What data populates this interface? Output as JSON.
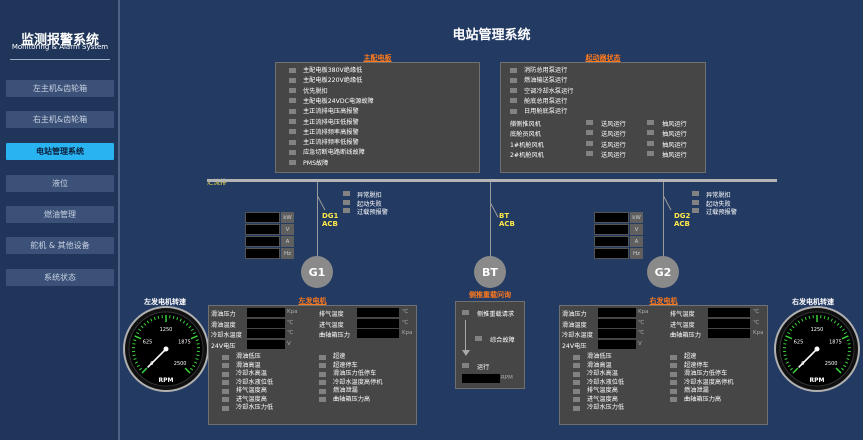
{
  "app": {
    "title": "监测报警系统",
    "subtitle": "Monitoring & Alarm System"
  },
  "nav": [
    {
      "label": "左主机&齿轮箱",
      "active": false
    },
    {
      "label": "右主机&齿轮箱",
      "active": false
    },
    {
      "label": "电站管理系统",
      "active": true
    },
    {
      "label": "液位",
      "active": false
    },
    {
      "label": "燃油管理",
      "active": false
    },
    {
      "label": "舵机 & 其他设备",
      "active": false
    },
    {
      "label": "系统状态",
      "active": false
    }
  ],
  "page_title": "电站管理系统",
  "main_board": {
    "title": "主配电板",
    "items": [
      "主配电板380V绝缘低",
      "主配电板220V绝缘低",
      "优先脱扣",
      "主配电板24VDC电源故障",
      "主正流排电压高报警",
      "主正流排电压低报警",
      "主正流排频率高报警",
      "主正流排频率低报警",
      "应急切断电路断线故障",
      "PMS故障"
    ]
  },
  "starter": {
    "title": "起动器状态",
    "items": [
      "消防总用泵运行",
      "燃油输送泵运行",
      "空调冷却水泵运行",
      "舱底总用泵运行",
      "日用舱底泵运行"
    ],
    "fans": [
      {
        "name": "艏侧推风机",
        "a": "送风运行",
        "b": "抽风运行"
      },
      {
        "name": "底舱员风机",
        "a": "送风运行",
        "b": "抽风运行"
      },
      {
        "name": "1#机舱风机",
        "a": "送风运行",
        "b": "抽风运行"
      },
      {
        "name": "2#机舱风机",
        "a": "送风运行",
        "b": "抽风运行"
      }
    ]
  },
  "busbar_label": "汇流排",
  "breaker_alarms": [
    "异常脱扣",
    "起动失败",
    "过载预报警"
  ],
  "acb": {
    "dg1": [
      "DG1",
      "ACB"
    ],
    "bt": [
      "BT",
      "ACB"
    ],
    "dg2": [
      "DG2",
      "ACB"
    ]
  },
  "meter_units": [
    "kW",
    "V",
    "A",
    "Hz"
  ],
  "symbols": {
    "g1": "G1",
    "bt": "BT",
    "g2": "G2"
  },
  "left_gen": {
    "title": "左发电机",
    "rpm_title": "左发电机转速",
    "analog_left": [
      {
        "label": "滑油压力",
        "unit": "Kpa"
      },
      {
        "label": "滑油温度",
        "unit": "℃"
      },
      {
        "label": "冷却水温度",
        "unit": "℃"
      },
      {
        "label": "24V电压",
        "unit": "V"
      }
    ],
    "analog_right": [
      {
        "label": "排气温度",
        "unit": "℃"
      },
      {
        "label": "进气温度",
        "unit": "℃"
      },
      {
        "label": "曲轴箱压力",
        "unit": "Kpa"
      }
    ],
    "alarms_left": [
      "滑油低压",
      "滑油高温",
      "冷却水高温",
      "冷却水液位低",
      "排气温度高",
      "进气温度高",
      "冷却水压力低"
    ],
    "alarms_right": [
      "超速",
      "超速停车",
      "滑油压力低停车",
      "冷却水温度高停机",
      "燃油泄漏",
      "曲轴箱压力高"
    ]
  },
  "right_gen": {
    "title": "右发电机",
    "rpm_title": "右发电机转速",
    "analog_left": [
      {
        "label": "滑油压力",
        "unit": "Kpa"
      },
      {
        "label": "滑油温度",
        "unit": "℃"
      },
      {
        "label": "冷却水温度",
        "unit": "℃"
      },
      {
        "label": "24V电压",
        "unit": "V"
      }
    ],
    "analog_right": [
      {
        "label": "排气温度",
        "unit": "℃"
      },
      {
        "label": "进气温度",
        "unit": "℃"
      },
      {
        "label": "曲轴箱压力",
        "unit": "Kpa"
      }
    ],
    "alarms_left": [
      "滑油低压",
      "滑油高温",
      "冷却水高温",
      "冷却水液位低",
      "排气温度高",
      "进气温度高",
      "冷却水压力低"
    ],
    "alarms_right": [
      "超速",
      "超速停车",
      "滑油压力低停车",
      "冷却水温度高停机",
      "燃油泄漏",
      "曲轴箱压力高"
    ]
  },
  "bow": {
    "title": "侧推重载问询",
    "items": [
      "侧推重载请求",
      "综合故障",
      "运行"
    ],
    "rpm_unit": "RPM"
  },
  "gauge": {
    "ticks": [
      "0",
      "625",
      "1250",
      "1875",
      "2500"
    ],
    "unit": "RPM",
    "value": 0
  },
  "colors": {
    "accent": "#29b3f0",
    "header": "#ff7a1c",
    "label": "#ffe94a"
  }
}
